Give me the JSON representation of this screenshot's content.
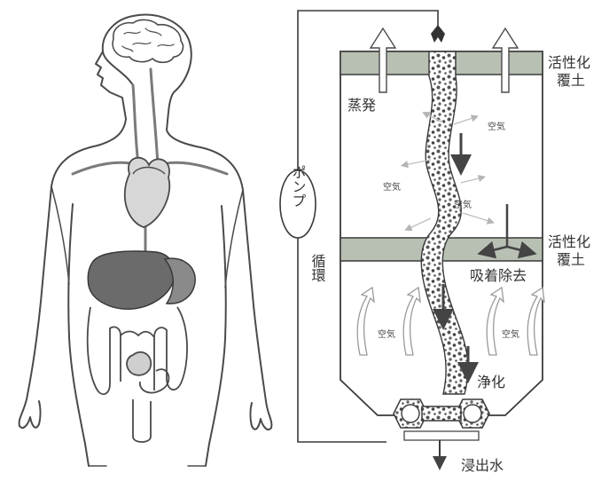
{
  "labels": {
    "activated_soil_top_line1": "活性化",
    "activated_soil_top_line2": "覆土",
    "evaporation": "蒸発",
    "air": "空気",
    "pump": "ポンプ",
    "circulation": "循環",
    "activated_soil_mid_line1": "活性化",
    "activated_soil_mid_line2": "覆土",
    "adsorption_removal": "吸着除去",
    "purification": "浄化",
    "leachate": "浸出水"
  },
  "colors": {
    "line": "#3a3a3a",
    "soil_band": "#b8c0b4",
    "flow_arrow": "#444444",
    "organ_dark": "#6b6b6b",
    "organ_mid": "#a8a8a8",
    "air_arrow": "#bfbfbf"
  }
}
